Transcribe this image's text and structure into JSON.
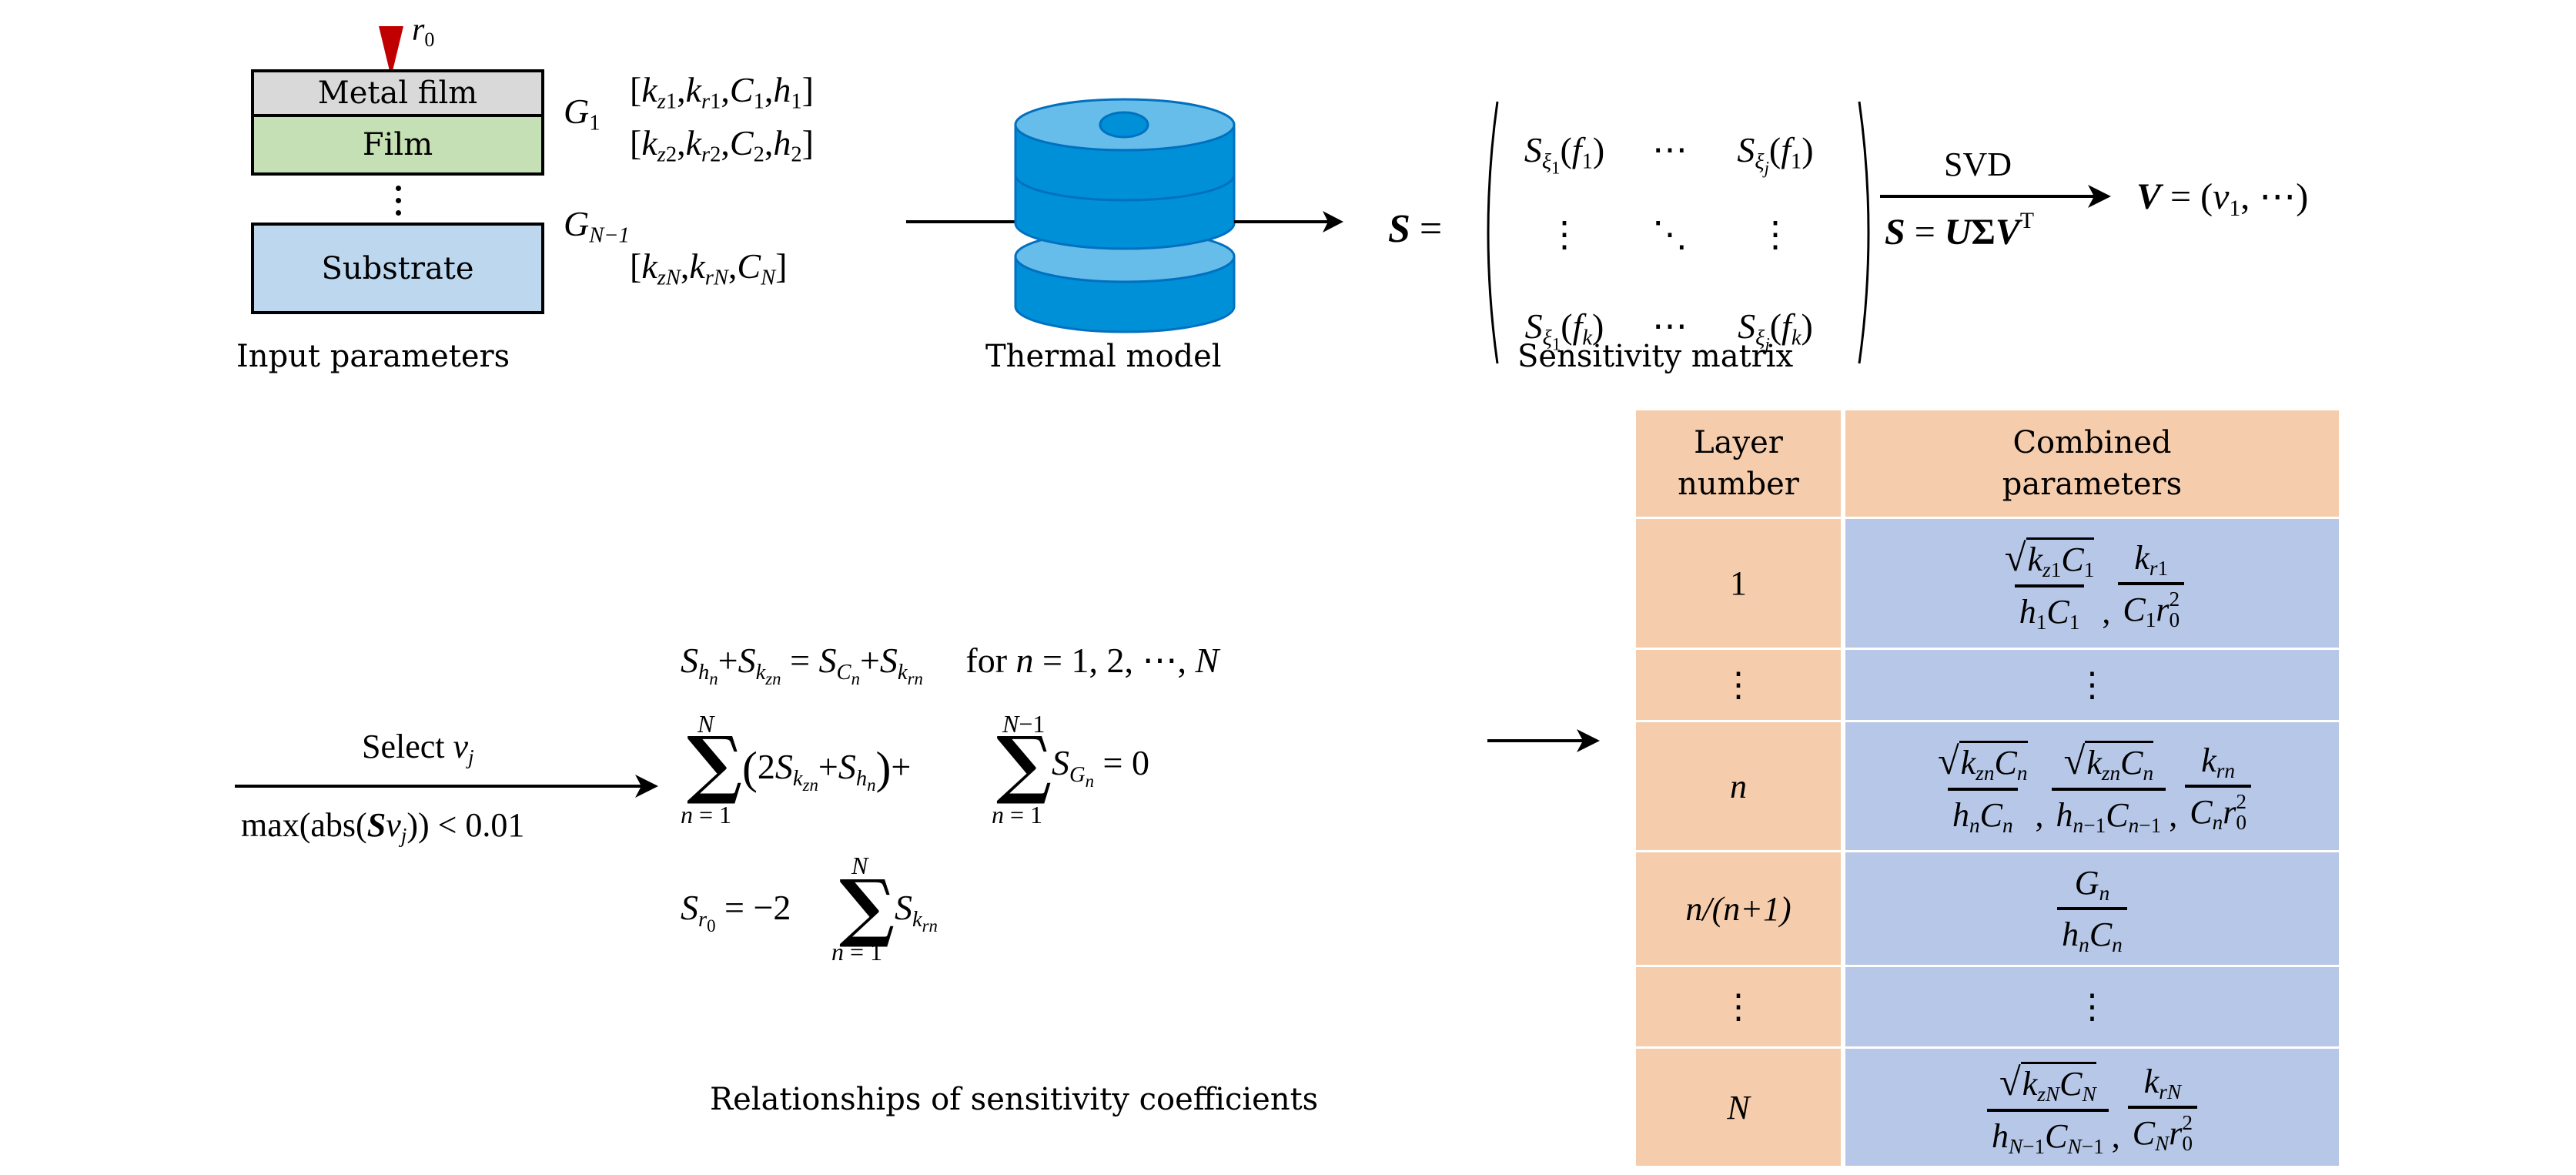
{
  "input_parameters": {
    "probe_label": "r",
    "probe_sub": "0",
    "layers": [
      {
        "name": "Metal film",
        "color": "#d9d9d9"
      },
      {
        "name": "Film",
        "color": "#c5e0b4"
      },
      {
        "name": "Substrate",
        "color": "#bdd7ee"
      }
    ],
    "interface_labels": [
      {
        "base": "G",
        "sub": "1"
      },
      {
        "base": "G",
        "sub": "N−1"
      }
    ],
    "param_sets": [
      "[k_z1, k_r1, C_1, h_1]",
      "[k_z2, k_r2, C_2, h_2]",
      "[k_zN, k_rN, C_N]"
    ],
    "caption": "Input parameters"
  },
  "thermal_model": {
    "caption": "Thermal model",
    "colors": {
      "body": "#0090d8",
      "top": "#66bde9",
      "outline": "#0070c0"
    }
  },
  "sensitivity_matrix": {
    "lhs": "S",
    "equals": "=",
    "cells": [
      [
        "S_ξ1(f_1)",
        "⋯",
        "S_ξj(f_1)"
      ],
      [
        "⋮",
        "⋱",
        "⋮"
      ],
      [
        "S_ξ1(f_k)",
        "⋯",
        "S_ξj(f_k)"
      ]
    ],
    "caption": "Sensitivity matrix"
  },
  "svd_step": {
    "arrow_label_top": "SVD",
    "arrow_label_bottom": "S = UΣV^T",
    "result": "V = (v_1, ⋯)"
  },
  "selection_step": {
    "arrow_label_top": "Select v_j",
    "arrow_label_bottom": "max(abs(Sv_j)) < 0.01"
  },
  "relationships": {
    "equations": [
      "S_hn + S_kzn = S_Cn + S_krn   for n = 1, 2, ⋯, N",
      "Σ_{n=1}^{N} (2S_kzn + S_hn) + Σ_{n=1}^{N−1} S_Gn = 0",
      "S_r0 = −2 Σ_{n=1}^{N} S_krn"
    ],
    "eq1_suffix": "for",
    "eq1_range": "= 1, 2, ⋯, ",
    "caption": "Relationships of sensitivity coefficients"
  },
  "table": {
    "header": [
      "Layer number",
      "Combined parameters"
    ],
    "header_lines": [
      [
        "Layer",
        "number"
      ],
      [
        "Combined",
        "parameters"
      ]
    ],
    "rows": [
      {
        "layer": "1",
        "params": [
          "√(k_z1 C_1)/(h_1 C_1)",
          "k_r1/(C_1 r_0^2)"
        ]
      },
      {
        "layer": "⋮",
        "params": [
          "⋮"
        ]
      },
      {
        "layer": "n",
        "params": [
          "√(k_zn C_n)/(h_n C_n)",
          "√(k_zn C_n)/(h_(n−1) C_(n−1))",
          "k_rn/(C_n r_0^2)"
        ]
      },
      {
        "layer": "n/(n+1)",
        "params": [
          "G_n/(h_n C_n)"
        ]
      },
      {
        "layer": "⋮",
        "params": [
          "⋮"
        ]
      },
      {
        "layer": "N",
        "params": [
          "√(k_zN C_N)/(h_(N−1) C_(N−1))",
          "k_rN/(C_N r_0^2)"
        ]
      }
    ],
    "colors": {
      "layer_col": "#f6cdac",
      "params_col": "#b6c7e8"
    }
  },
  "sym": {
    "dots_h": "⋯",
    "dots_v": "⋮",
    "dots_d": "⋱",
    "comma": ",",
    "plus": "+",
    "eq": "=",
    "minus": "−",
    "sqrt": "√",
    "zero": "0",
    "two": "2",
    "sigma": "∑"
  }
}
